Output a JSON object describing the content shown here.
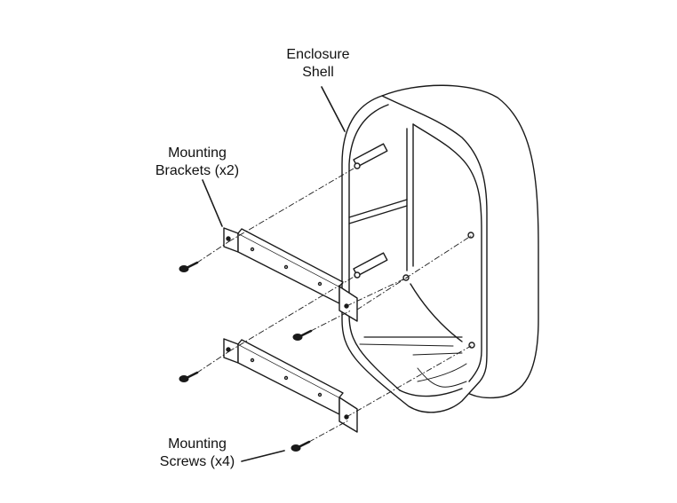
{
  "labels": {
    "enclosure_shell": [
      "Enclosure",
      "Shell"
    ],
    "mounting_brackets": [
      "Mounting",
      "Brackets (x2)"
    ],
    "mounting_screws": [
      "Mounting",
      "Screws (x4)"
    ]
  },
  "colors": {
    "line": "#1a1a1a",
    "fill": "#ffffff",
    "shade": "#e6e6e6",
    "background": "#ffffff"
  }
}
